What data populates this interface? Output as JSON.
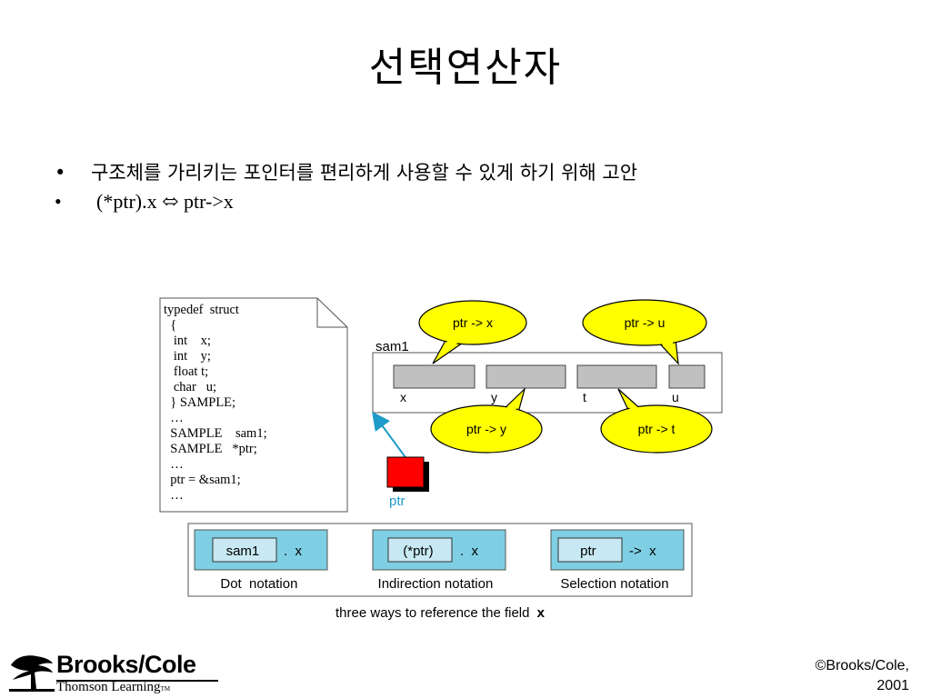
{
  "title": "선택연산자",
  "bullets": [
    {
      "marker": "•",
      "text": "구조체를 가리키는 포인터를 편리하게 사용할 수 있게 하기 위해 고안"
    },
    {
      "marker": "•",
      "text": "(*ptr).x ⬄ ptr->x"
    }
  ],
  "diagram": {
    "code_lines": [
      "typedef  struct",
      "  {",
      "   int    x;",
      "   int    y;",
      "   float t;",
      "   char   u;",
      "  } SAMPLE;",
      "  …",
      "  SAMPLE    sam1;",
      "  SAMPLE   *ptr;",
      "  …",
      "  ptr = &sam1;",
      "  …"
    ],
    "struct_label": "sam1",
    "fields": [
      "x",
      "y",
      "t",
      "u"
    ],
    "callouts": [
      "ptr -> x",
      "ptr -> u",
      "ptr -> y",
      "ptr -> t"
    ],
    "pointer_label": "ptr",
    "notations": [
      {
        "box": "sam1",
        "op": ".  x",
        "label": "Dot  notation"
      },
      {
        "box": "(*ptr)",
        "op": ".  x",
        "label": "Indirection notation"
      },
      {
        "box": "ptr",
        "op": "->  x",
        "label": "Selection notation"
      }
    ],
    "caption": "three ways to reference the field",
    "caption_field": "x",
    "colors": {
      "callout": "#ffff00",
      "field": "#c0c0c0",
      "pointer": "#ff0000",
      "arrow": "#1e9bc8",
      "notation": "#7ecfe3",
      "notation_inner": "#c8e9f3"
    }
  },
  "footer": {
    "logo_main": "Brooks/Cole",
    "logo_sub": "Thomson Learning",
    "logo_tm": "TM",
    "copyright_1": "©Brooks/Cole,",
    "copyright_2": "2001"
  }
}
